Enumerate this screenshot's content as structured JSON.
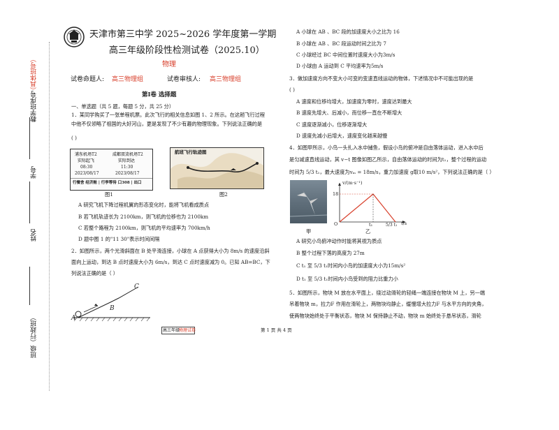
{
  "header": {
    "school_title": "天津市第三中学 2025~2026 学年度第一学期",
    "exam_title": "高三年级阶段性检测试卷（2025.10）",
    "subject": "物理",
    "author_label": "试卷命题人:",
    "author_value": "高三物理组",
    "reviewer_label": "试卷审核人:",
    "reviewer_value": "高三物理组"
  },
  "binding_margin": {
    "class_label": "班级（行政班）",
    "name_label": "姓名",
    "id_label": "学号",
    "exam_id_label": "教学班序号",
    "exam_id_note": "（具体班号）"
  },
  "section": {
    "title": "第Ⅰ卷    选择题"
  },
  "instructions": "一、单选题（共 5 题，每题 5 分，共 25 分）",
  "q1": {
    "stem1": "1．某同学购买了一张单程机票。此次飞行的相关信息如图 1、2 所示。在这趟飞行过程",
    "stem2": "中他不仅领略了祖国的大好河山，更是发现了不少有趣的物理现象。下列说法正确的是",
    "paren": "(        )",
    "ticket": {
      "from_airport": "浦东机场T2",
      "from_time_label": "实际起飞",
      "from_time": "08:30",
      "from_date": "2023/08/17",
      "to_airport": "成都双流机场T2",
      "to_time_label": "实际到达",
      "to_time": "11:30",
      "to_date": "2023/08/17",
      "footer": "行餐舍  经济舱 | 行李等待 口308 | 出口"
    },
    "map_title": "航班飞行轨迹图",
    "fig1": "图1",
    "fig2": "图2",
    "options": [
      "A   研究飞机下降过程机翼的形态变化时，能将飞机看成质点",
      "B   若飞机轨迹长为 2100km，则飞机的位移也为 2100km",
      "C   若整个路程为 2100km，则飞机的平均速率为 700km/h",
      "D   题中图 1 的\"11   30\"表示时间间隔"
    ]
  },
  "q2": {
    "stem1": "2．如图所示，两个光滑斜面在 B 处平滑连接，小球在 A 点获得大小为 8m/s 的速度沿斜",
    "stem2": "面向上运动，到达 B 点时速度大小为 6m/s，到达 C 点时速度减为 0。已知 AB=BC，下",
    "stem3": "列说法正确的是（      ）",
    "labels": {
      "a": "A",
      "b": "B",
      "c": "C"
    },
    "options": [
      "A   小球在 AB 、BC 段的加速度大小之比为  16",
      "B   小球在 AB 、BC 段运动时间之比为      7",
      "C   小球经过 BC 中间位置时速度大小为3m/s",
      "D   小球由 A 运动到 C 平均速率为5m/s"
    ]
  },
  "q3": {
    "stem": "3．做加速度方向不变大小可变的变速直线运动的物体，下述情况中不可能出现的是",
    "paren": "(      )",
    "options": [
      "A   速度和位移均增大，加速度为零时，速度达到最大",
      "B   速度先增大、后减小，而位移一直在不断增大",
      "C   速度逐渐减小，位移逐渐增大",
      "D   速度先减小后增大，速度变化越来越慢"
    ]
  },
  "q4": {
    "stem1": "4．如图甲所示，小鸟一头扎入水中捕鱼，假设小鸟的俯冲是自由落体运动，进入水中后",
    "stem2": "是匀减速直线运动，其 v−t 图像如图乙所示，自由落体运动的时间为t₁，整个过程的运动",
    "stem3": "时间为 5/3 t₁，最大速度为vₘ = 18m/s，重力加速度 g取10 m/s²，下列说法正确的是（    ）",
    "graph": {
      "ylabel": "v/(m·s⁻¹)",
      "ytick": "18",
      "xlabel": "t/s",
      "origin": "O",
      "t1": "t₁",
      "t2": "5/3 t₁"
    },
    "fig_a": "甲",
    "fig_b": "乙",
    "options": [
      "A   研究小鸟俯冲动作时能将其视为质点",
      "B   整个过程下落的高度为 27m",
      "C   t₁ 至 5/3 t₁时间内小鸟的加速度大小为15m/s²",
      "D   t₁ 至 5/3 t₁时间内小鸟受到的阻力比重力小"
    ]
  },
  "q5": {
    "stem1": "5．如图所示，物块 M 放在水平面上，绕过动滑轮的轻绳一端连接在物块 M 上，另一端",
    "stem2": "吊着物块 m，拉力F 作用在滑轮上，两物块均静止，缓慢增大拉力F 与水平方向的夹角，",
    "stem3": "使两物块始终处于平衡状态，物块 M 保持静止不动，物块 m 始终处于悬吊状态，滑轮"
  },
  "footer": {
    "label_left": "高三年级",
    "label_subject": "物理试卷",
    "page": "第 1 页  共 4 页"
  },
  "chart_data": {
    "type": "line",
    "x": [
      "0",
      "t₁",
      "5/3 t₁"
    ],
    "values": [
      0,
      18,
      0
    ],
    "ylabel": "v/(m·s⁻¹)",
    "xlabel": "t/s"
  }
}
